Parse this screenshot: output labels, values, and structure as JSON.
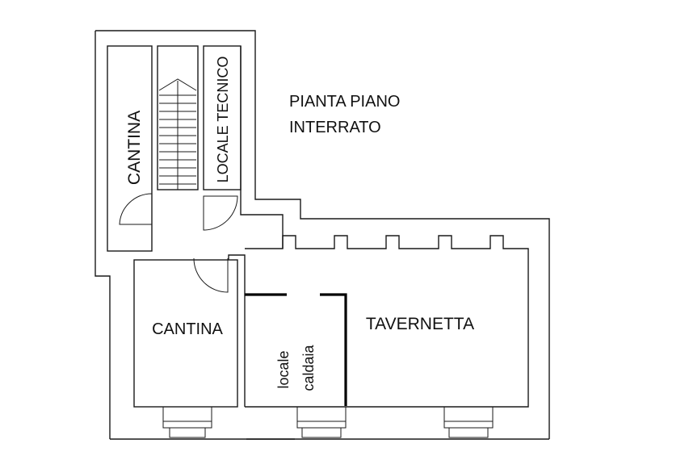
{
  "plan": {
    "title_line1": "PIANTA PIANO",
    "title_line2": "INTERRATO",
    "rooms": {
      "cantina_upper": "CANTINA",
      "locale_tecnico": "LOCALE TECNICO",
      "cantina_lower": "CANTINA",
      "locale_caldaia_line1": "locale",
      "locale_caldaia_line2": "caldaia",
      "tavernetta": "TAVERNETTA"
    }
  }
}
